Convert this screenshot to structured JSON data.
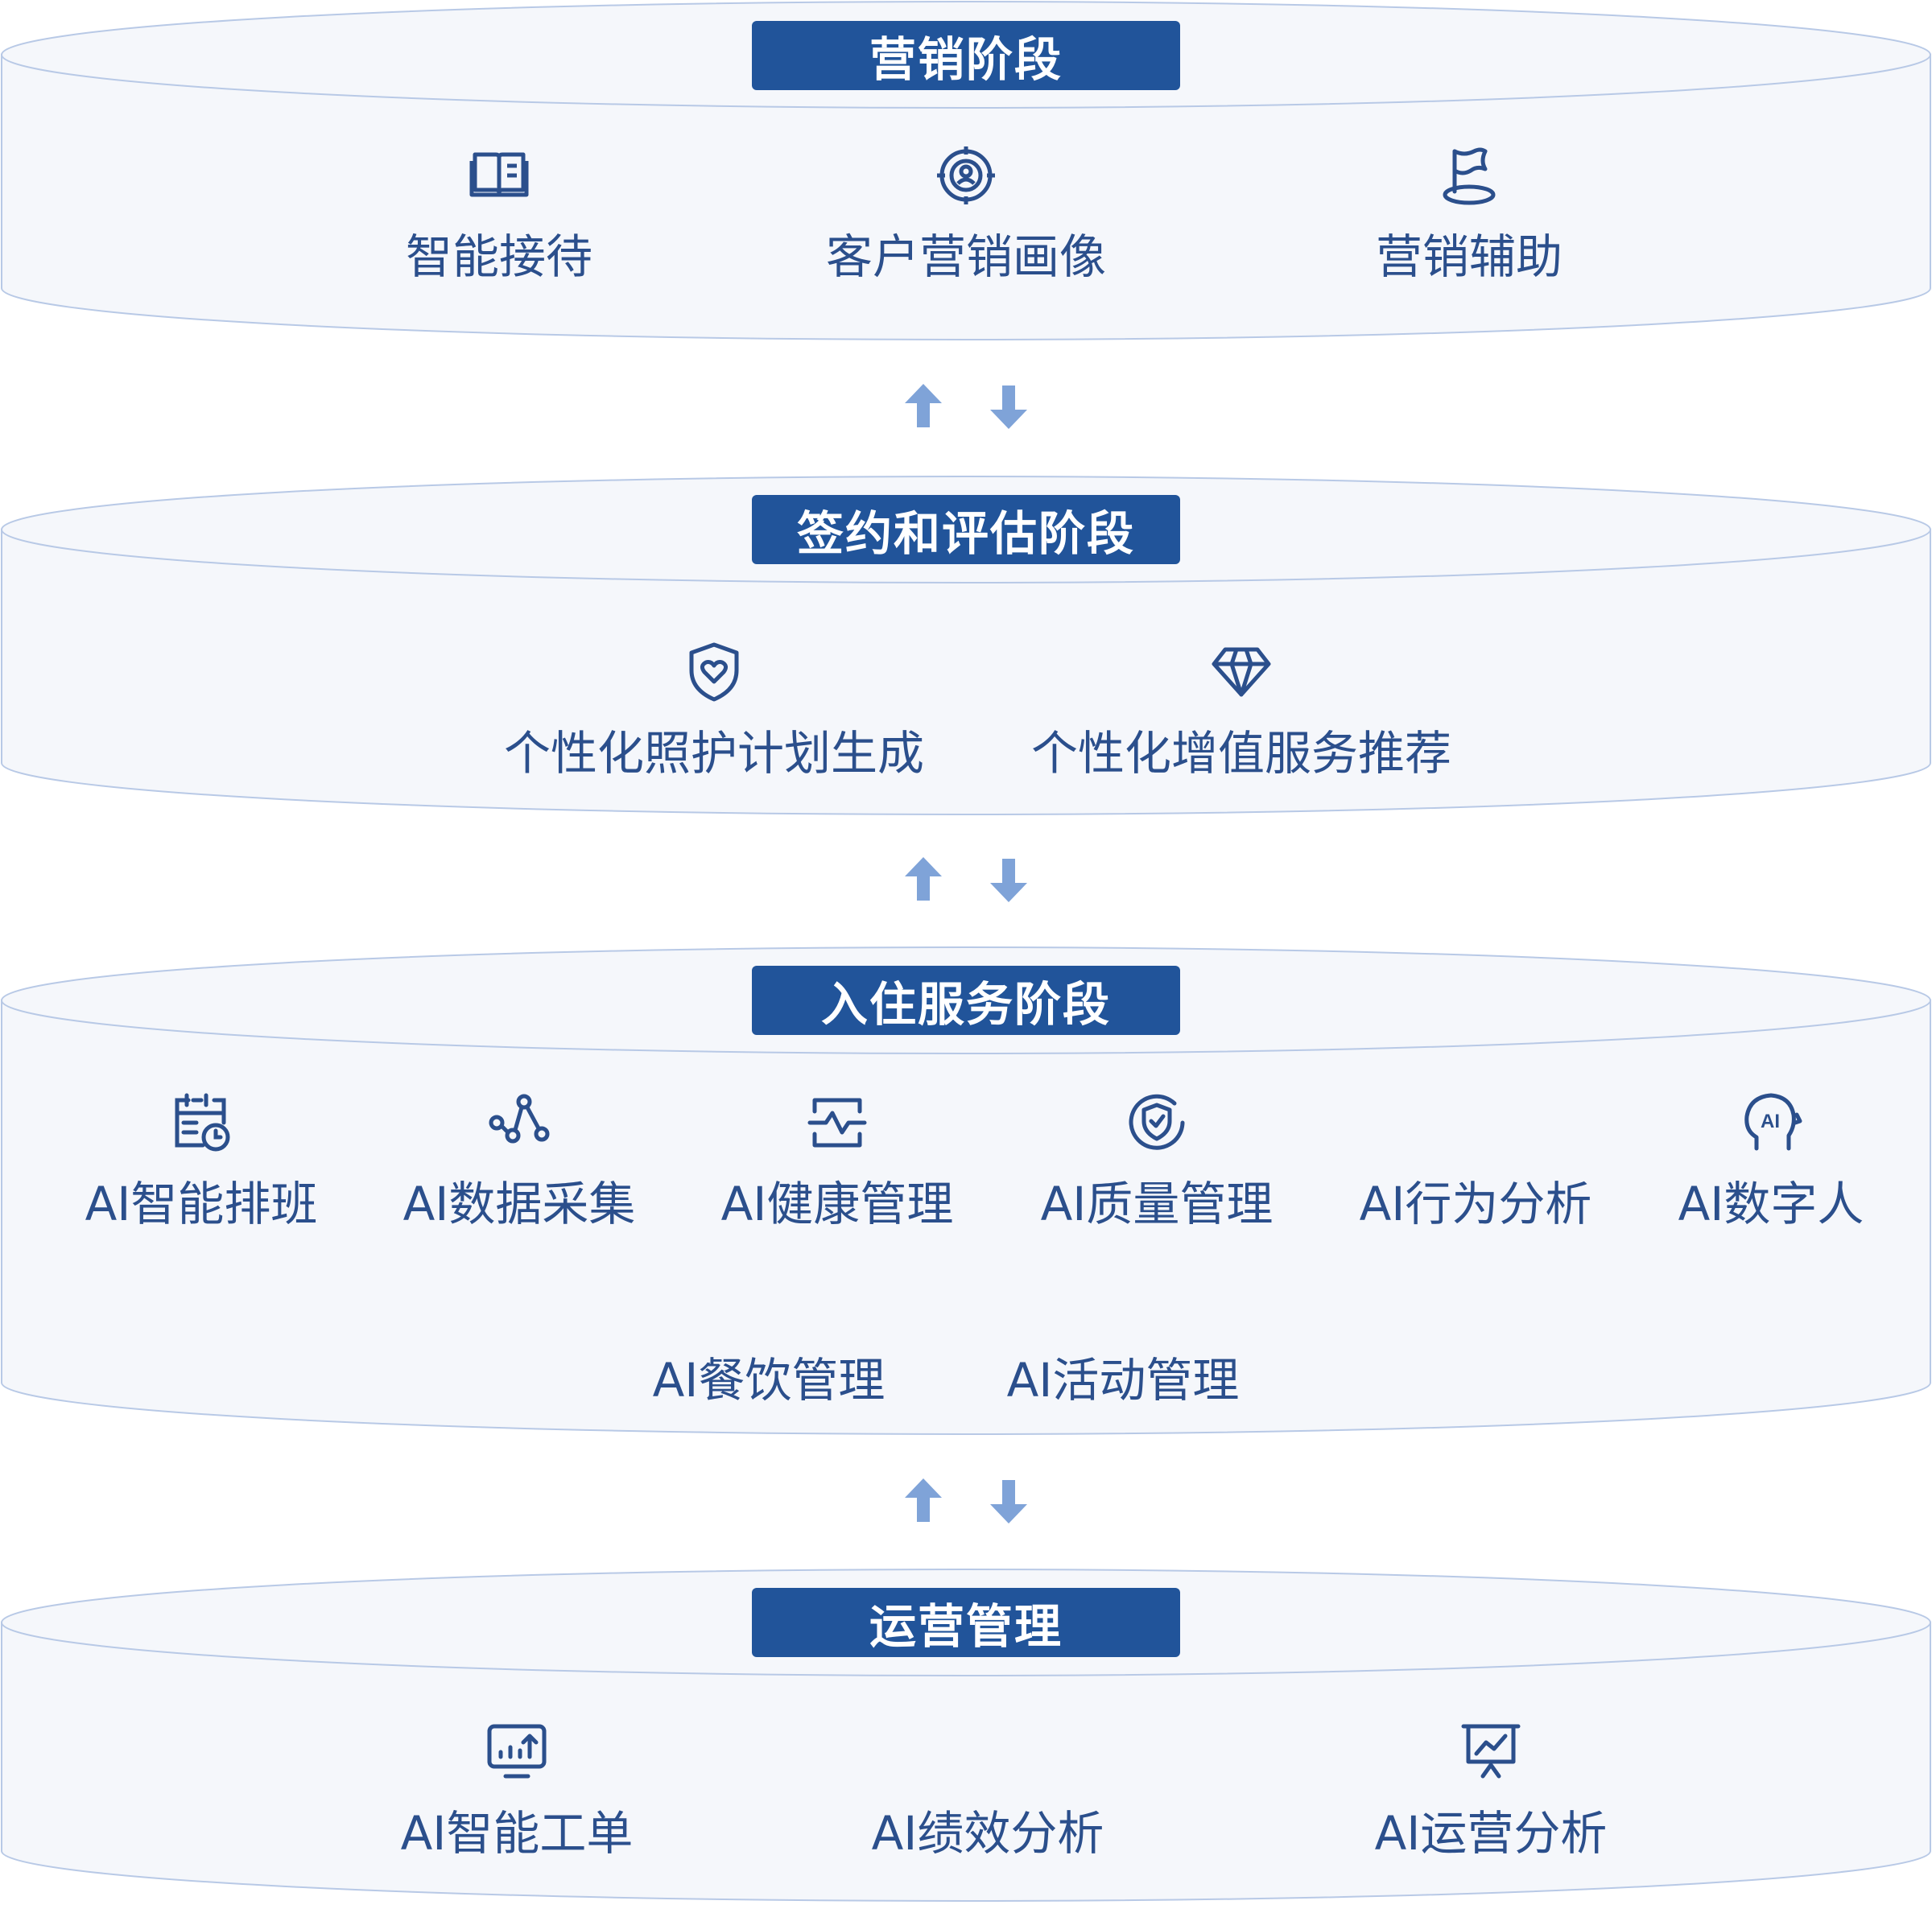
{
  "stages": [
    {
      "title": "营销阶段",
      "items": [
        {
          "label": "智能接待",
          "icon": "book-icon"
        },
        {
          "label": "客户营销画像",
          "icon": "target-user-icon"
        },
        {
          "label": "营销辅助",
          "icon": "flag-icon"
        }
      ]
    },
    {
      "title": "签约和评估阶段",
      "items": [
        {
          "label": "个性化照护计划生成",
          "icon": "shield-heart-icon"
        },
        {
          "label": "个性化增值服务推荐",
          "icon": "diamond-icon"
        }
      ]
    },
    {
      "title": "入住服务阶段",
      "items": [
        {
          "label": "AI智能排班",
          "icon": "calendar-clock-icon"
        },
        {
          "label": "AI数据采集",
          "icon": "data-nodes-icon"
        },
        {
          "label": "AI健康管理",
          "icon": "health-monitor-icon"
        },
        {
          "label": "AI质量管理",
          "icon": "quality-shield-icon"
        },
        {
          "label": "AI行为分析",
          "icon": ""
        },
        {
          "label": "AI数字人",
          "icon": "ai-head-icon"
        },
        {
          "label": "AI餐饮管理",
          "icon": ""
        },
        {
          "label": "AI活动管理",
          "icon": ""
        }
      ]
    },
    {
      "title": "运营管理",
      "items": [
        {
          "label": "AI智能工单",
          "icon": "chart-monitor-icon"
        },
        {
          "label": "AI绩效分析",
          "icon": ""
        },
        {
          "label": "AI运营分析",
          "icon": "presentation-chart-icon"
        }
      ]
    }
  ],
  "colors": {
    "title_bg": "#21549a",
    "text": "#2b4f8c",
    "disc_fill": "#f5f7fb",
    "disc_stroke": "#b8c9e6",
    "arrow": "#7fa3d8"
  }
}
